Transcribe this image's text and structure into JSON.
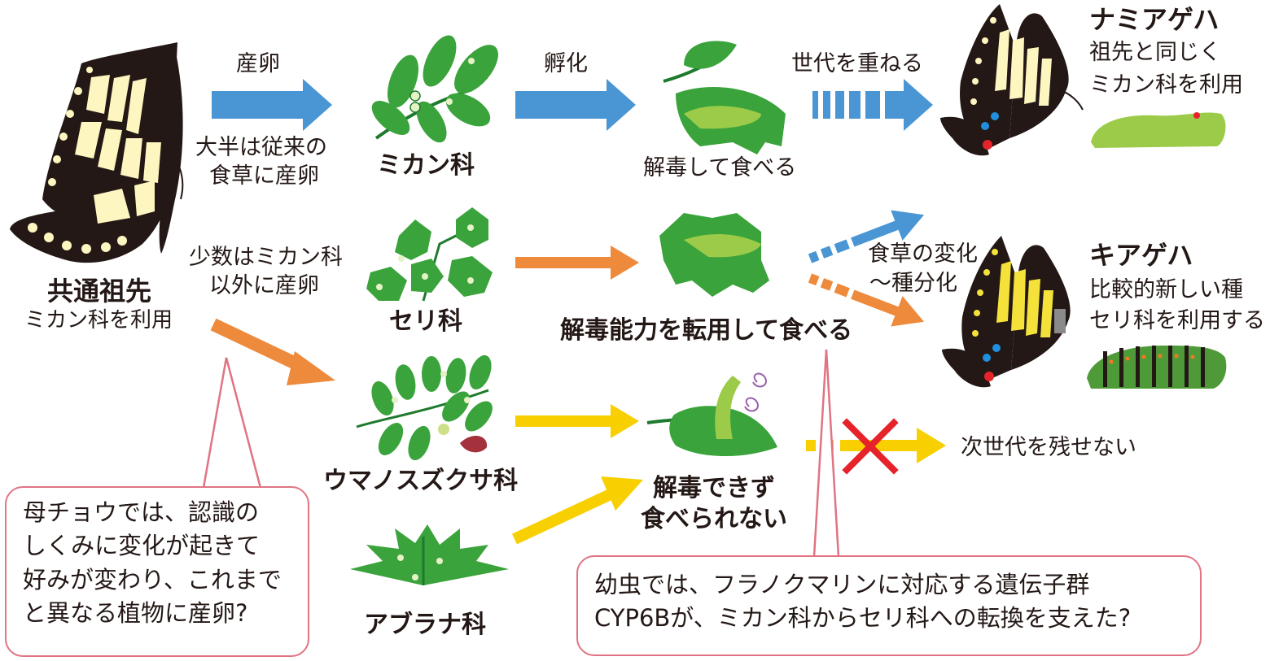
{
  "colors": {
    "blue": "#4a96d4",
    "orange": "#ee8a3c",
    "yellow": "#f8cf00",
    "pink": "#e07483",
    "red": "#e6222a",
    "leaf": "#3aa33b",
    "leaf_light": "#63b744",
    "larva_green": "#9ccb4a",
    "wing_black": "#231815",
    "wing_cream": "#fdf6c0",
    "wing_yellow": "#f4e23a"
  },
  "ancestor": {
    "title": "共通祖先",
    "subtitle": "ミカン科を利用"
  },
  "steps": {
    "oviposit": "産卵",
    "hatch": "孵化",
    "generations": "世代を重ねる"
  },
  "labels": {
    "majority": [
      "大半は従来の",
      "食草に産卵"
    ],
    "minority": [
      "少数はミカン科",
      "以外に産卵"
    ],
    "detox_eat": "解毒して食べる",
    "detox_transfer": "解毒能力を転用して食べる",
    "cannot_detox": [
      "解毒できず",
      "食べられない"
    ],
    "host_change": [
      "食草の変化",
      "〜種分化"
    ],
    "no_next_gen": "次世代を残せない"
  },
  "plants": {
    "citrus": "ミカン科",
    "apiaceae": "セリ科",
    "aristolochia": "ウマノスズクサ科",
    "brassica": "アブラナ科"
  },
  "species": {
    "namiageha": {
      "name": "ナミアゲハ",
      "desc": [
        "祖先と同じく",
        "ミカン科を利用"
      ]
    },
    "kiageha": {
      "name": "キアゲハ",
      "desc": [
        "比較的新しい種",
        "セリ科を利用する"
      ]
    }
  },
  "callouts": {
    "mother": [
      "母チョウでは、認識の",
      "しくみに変化が起きて",
      "好みが変わり、これまで",
      "と異なる植物に産卵?"
    ],
    "larva": [
      "幼虫では、フラノクマリンに対応する遺伝子群",
      "CYP6Bが、ミカン科からセリ科への転換を支えた?"
    ]
  },
  "icons": [
    "swallowtail-butterfly-icon",
    "citrus-branch-icon",
    "parsley-icon",
    "aristolochia-vine-icon",
    "mustard-plant-icon",
    "caterpillar-icon",
    "x-mark-icon"
  ]
}
